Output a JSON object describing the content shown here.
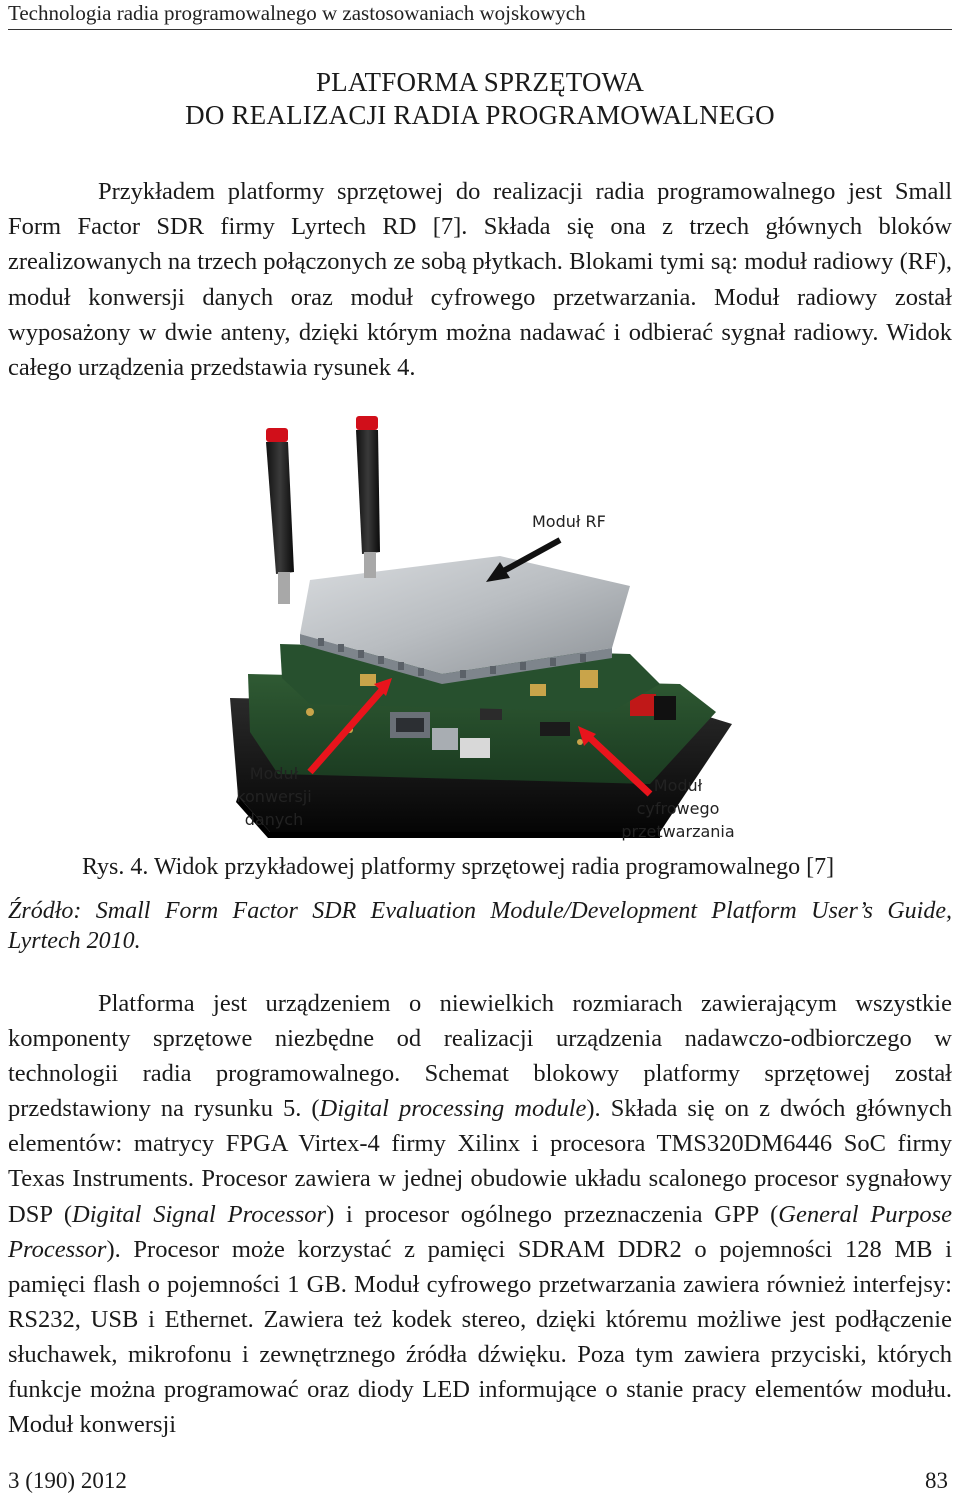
{
  "header": {
    "running_title": "Technologia radia programowalnego w zastosowaniach wojskowych"
  },
  "section": {
    "title_line1": "PLATFORMA SPRZĘTOWA",
    "title_line2": "DO REALIZACJI RADIA PROGRAMOWALNEGO"
  },
  "paragraph1": "Przykładem platformy sprzętowej do realizacji radia programowalnego jest Small Form Factor SDR firmy Lyrtech RD [7]. Składa się ona z trzech głównych bloków zrealizowanych na trzech połączonych ze sobą płytkach. Blokami tymi są: moduł radiowy (RF), moduł konwersji danych oraz moduł cyfrowego przetwarzania. Moduł radiowy został wyposażony w dwie anteny, dzięki którym można nadawać i odbierać sygnał radiowy. Widok całego urządzenia przedstawia rysunek 4.",
  "figure": {
    "label_rf": "Moduł RF",
    "label_conv_1": "Moduł",
    "label_conv_2": "konwersji",
    "label_conv_3": "danych",
    "label_dig_1": "Moduł",
    "label_dig_2": "cyfrowego",
    "label_dig_3": "przetwarzania",
    "arrow_color_rf": "#111111",
    "arrow_color_modules": "#e8141c"
  },
  "caption": "Rys. 4. Widok przykładowej platformy sprzętowej radia programowalnego [7]",
  "source": "Źródło: Small Form Factor SDR Evaluation Module/Development Platform User’s Guide, Lyrtech 2010.",
  "paragraph2": {
    "t1": "Platforma jest urządzeniem o niewielkich rozmiarach zawierającym wszystkie komponenty sprzętowe niezbędne od realizacji urządzenia nadawczo-odbiorczego w technologii radia programowalnego. Schemat blokowy platformy sprzętowej został przedstawiony na rysunku 5. (",
    "i1": "Digital processing module",
    "t2": "). Składa się on z dwóch głównych elementów: matrycy FPGA Virtex-4 firmy Xilinx i procesora TMS320DM6446 SoC firmy Texas Instruments. Procesor zawiera w jednej obudowie układu scalonego procesor sygnałowy DSP (",
    "i2": "Digital Signal Processor",
    "t3": ") i procesor ogólnego przeznaczenia GPP (",
    "i3": "General Purpose Processor",
    "t4": "). Procesor może korzystać z pamięci SDRAM DDR2 o pojemności 128 MB i pamięci flash o pojemności 1 GB. Moduł cyfrowego przetwarzania zawiera również interfejsy: RS232, USB i Ethernet. Zawiera też kodek stereo, dzięki któremu możliwe jest podłączenie słuchawek, mikrofonu i zewnętrznego źródła dźwięku. Poza tym zawiera przyciski, których funkcje można programować oraz diody LED informujące o stanie pracy elementów modułu. Moduł konwersji"
  },
  "footer": {
    "issue": "3 (190) 2012",
    "page_number": "83"
  }
}
